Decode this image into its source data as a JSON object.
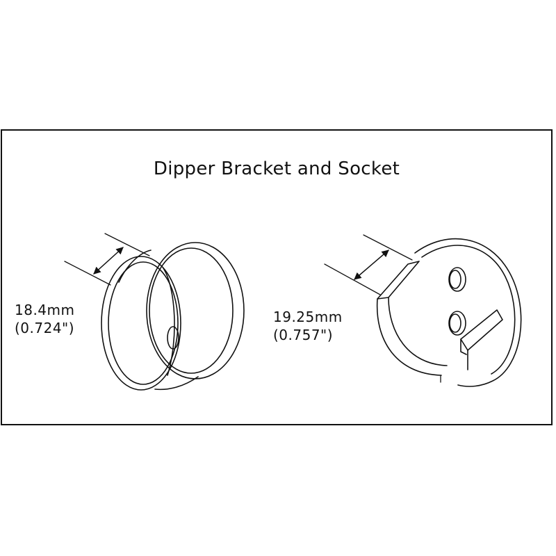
{
  "diagram": {
    "title": "Dipper Bracket and Socket",
    "bracket": {
      "dimension_mm": "18.4mm",
      "dimension_in": "(0.724\")"
    },
    "socket": {
      "dimension_mm": "19.25mm",
      "dimension_in": "(0.757\")"
    },
    "colors": {
      "line": "#111111",
      "background": "#ffffff"
    }
  }
}
